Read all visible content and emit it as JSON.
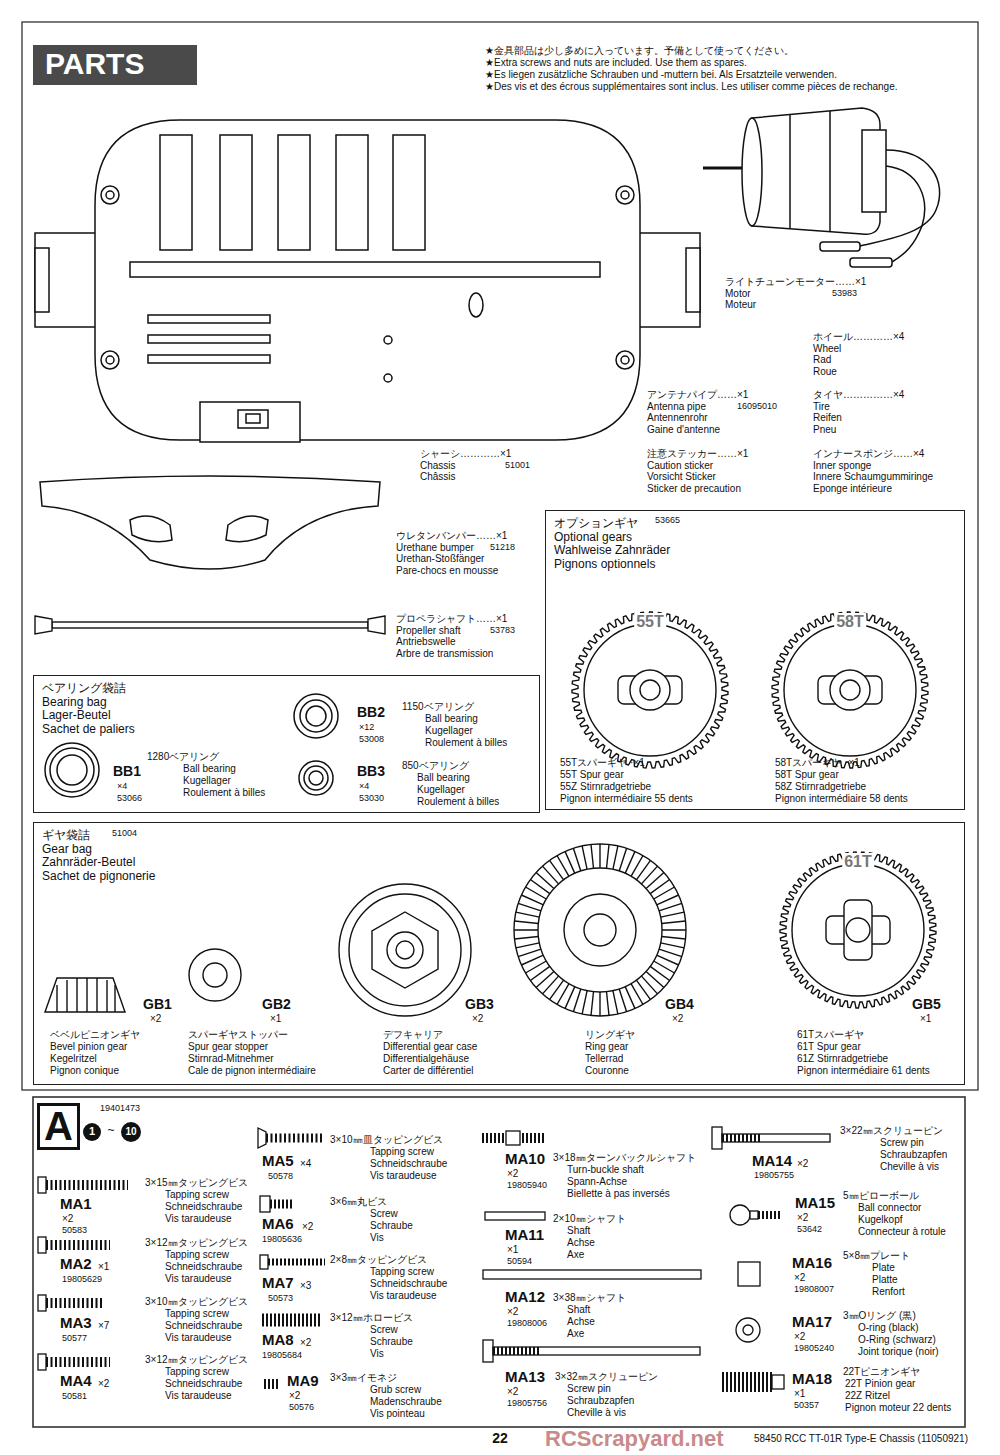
{
  "diagram": {
    "nodes": [
      {
        "text": [
          "PARTS"
        ]
      },
      {
        "text": [
          "ベアリング袋詰",
          "Bearing bag",
          "Lager-Beutel",
          "Sachet de paliers"
        ]
      },
      {
        "text": [
          "オプションギヤ",
          "Optional gears",
          "Wahlweise Zahnräder",
          "Pignons optionnels"
        ]
      },
      {
        "text": [
          "ギヤ袋詰",
          "Gear bag",
          "Zahnräder-Beutel",
          "Sachet de pignonerie"
        ]
      },
      {
        "text": [
          "A"
        ]
      }
    ],
    "labels": [
      "★金具部品は少し多めに入っています。予備として使ってください。",
      "★Extra screws and nuts are included. Use them as spares.",
      "★Es liegen zusätzliche Schrauben und -muttern bei. Als Ersatzteile verwenden.",
      "★Des vis et des écrous supplémentaires sont inclus. Les utiliser comme pièces de rechange.",
      "ライトチューンモーター……×1",
      "Motor",
      "Moteur",
      "53983",
      "ホイール…………×4",
      "Wheel",
      "Rad",
      "Roue",
      "アンテナパイプ……×1",
      "Antenna pipe",
      "Antennenrohr",
      "Gaine d'antenne",
      "16095010",
      "タイヤ……………×4",
      "Tire",
      "Reifen",
      "Pneu",
      "注意ステッカー……×1",
      "Caution sticker",
      "Vorsicht Sticker",
      "Sticker de precaution",
      "インナースポンジ……×4",
      "Inner sponge",
      "Innere Schaumgummiringe",
      "Eponge intérieure",
      "シャーシ…………×1",
      "Chassis",
      "Châssis",
      "51001",
      "ウレタンバンパー……×1",
      "Urethane bumper",
      "Urethan-Stoßfänger",
      "Pare-chocs en mousse",
      "51218",
      "プロペラシャフト……×1",
      "Propeller shaft",
      "Antriebswelle",
      "Arbre de transmission",
      "53783",
      "BB1",
      "×4",
      "53066",
      "1280ベアリング",
      "Ball bearing",
      "Kugellager",
      "Roulement à billes",
      "BB2",
      "×12",
      "53008",
      "1150ベアリング",
      "Ball bearing",
      "Kugellager",
      "Roulement à billes",
      "BB3",
      "×4",
      "53030",
      "850ベアリング",
      "Ball bearing",
      "Kugellager",
      "Roulement à billes",
      "53665",
      "55T",
      "58T",
      "55Tスパーギヤ ·×1",
      "55T Spur gear",
      "55Z Stirnradgetriebe",
      "Pignon intermédiaire 55 dents",
      "58Tスパーギヤ ·×1",
      "58T Spur gear",
      "58Z Stirnradgetriebe",
      "Pignon intermédiaire 58 dents",
      "51004",
      "61T",
      "GB1",
      "×2",
      "ベベルピニオンギヤ",
      "Bevel pinion gear",
      "Kegelritzel",
      "Pignon conique",
      "GB2",
      "×1",
      "スパーギヤストッパー",
      "Spur gear stopper",
      "Stirnrad-Mitnehmer",
      "Cale de pignon intermédiaire",
      "GB3",
      "×2",
      "デフキャリア",
      "Differential gear case",
      "Differentialgehäuse",
      "Carter de différentiel",
      "GB4",
      "×2",
      "リングギヤ",
      "Ring gear",
      "Tellerrad",
      "Couronne",
      "GB5",
      "×1",
      "61Tスパーギヤ",
      "61T Spur gear",
      "61Z Stirnradgetriebe",
      "Pignon intermédiaire 61 dents",
      "19401473",
      "1",
      "~",
      "10",
      "MA1",
      "×2",
      "50583",
      "3×15㎜タッピングビス",
      "Tapping screw",
      "Schneidschraube",
      "Vis taraudeuse",
      "MA2",
      "×1",
      "19805629",
      "3×12㎜タッピングビス",
      "Tapping screw",
      "Schneidschraube",
      "Vis taraudeuse",
      "MA3",
      "×7",
      "50577",
      "3×10㎜タッピングビス",
      "Tapping screw",
      "Schneidschraube",
      "Vis taraudeuse",
      "MA4",
      "×2",
      "50581",
      "3×12㎜タッピングビス",
      "Tapping screw",
      "Schneidschraube",
      "Vis taraudeuse",
      "MA5",
      "×4",
      "50578",
      "3×10㎜皿タッピングビス",
      "Tapping screw",
      "Schneidschraube",
      "Vis taraudeuse",
      "MA6",
      "×2",
      "19805636",
      "3×6㎜丸ビス",
      "Screw",
      "Schraube",
      "Vis",
      "MA7",
      "×3",
      "50573",
      "2×8㎜タッピングビス",
      "Tapping screw",
      "Schneidschraube",
      "Vis taraudeuse",
      "MA8",
      "×2",
      "19805684",
      "3×12㎜ホロービス",
      "Screw",
      "Schraube",
      "Vis",
      "MA9",
      "×2",
      "50576",
      "3×3㎜イモネジ",
      "Grub screw",
      "Madenschraube",
      "Vis pointeau",
      "MA10",
      "×2",
      "19805940",
      "3×18㎜ターンバックルシャフト",
      "Turn-buckle shaft",
      "Spann-Achse",
      "Biellette à pas inversés",
      "MA11",
      "×1",
      "50594",
      "2×10㎜シャフト",
      "Shaft",
      "Achse",
      "Axe",
      "MA12",
      "×2",
      "19808006",
      "3×38㎜シャフト",
      "Shaft",
      "Achse",
      "Axe",
      "MA13",
      "×2",
      "19805756",
      "3×32㎜スクリューピン",
      "Screw pin",
      "Schraubzapfen",
      "Cheville à vis",
      "MA14",
      "×2",
      "19805755",
      "3×22㎜スクリューピン",
      "Screw pin",
      "Schraubzapfen",
      "Cheville à vis",
      "MA15",
      "×2",
      "53642",
      "5㎜ピローボール",
      "Ball connector",
      "Kugelkopf",
      "Connecteur à rotule",
      "MA16",
      "×2",
      "19808007",
      "5×8㎜プレート",
      "Plate",
      "Platte",
      "Renfort",
      "MA17",
      "×2",
      "19805240",
      "3㎜Oリング (黒)",
      "O-ring (black)",
      "O-Ring (schwarz)",
      "Joint torique (noir)",
      "MA18",
      "×1",
      "50357",
      "22Tピニオンギヤ",
      "22T Pinion gear",
      "22Z Ritzel",
      "Pignon moteur 22 dents",
      "22",
      "58450 RCC TT-01R Type-E Chassis (11050921)",
      "RCScrapyard.net"
    ]
  }
}
